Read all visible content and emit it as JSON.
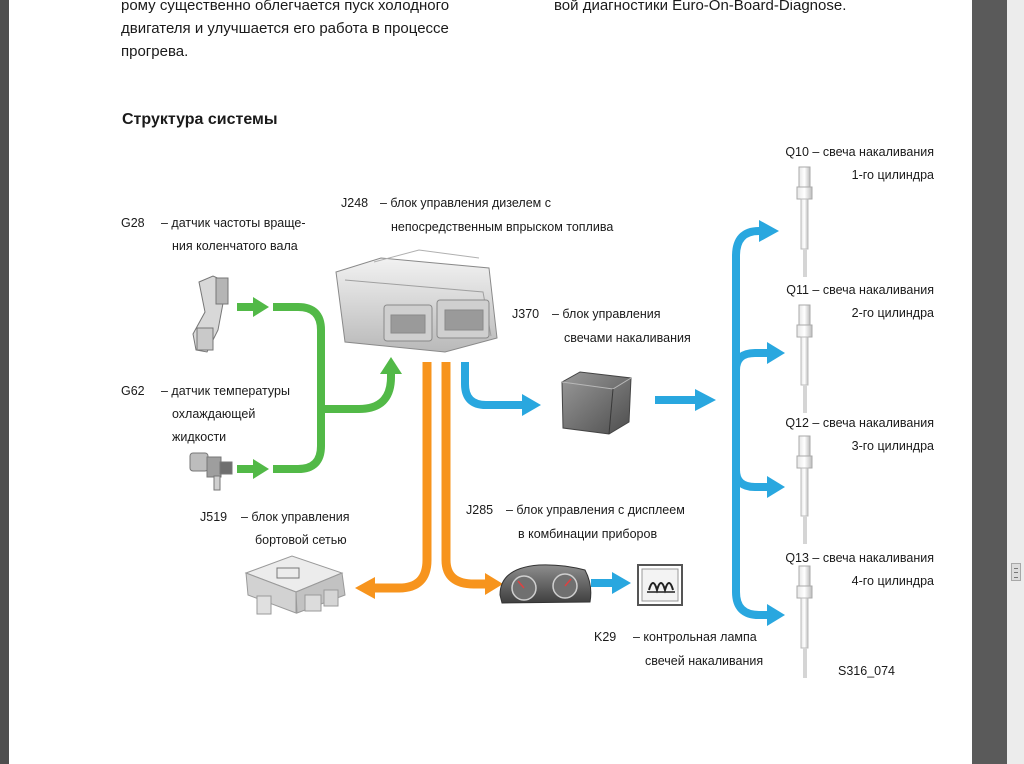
{
  "intro": {
    "left_line1": "рому существенно облегчается пуск холодного",
    "left_line2": "двигателя и улучшается его работа в процессе",
    "left_line3": "прогрева.",
    "right_line1": "вой диагностики Euro-On-Board-Diagnose."
  },
  "section_title": "Структура системы",
  "components": {
    "g28": {
      "code": "G28",
      "line1": "– датчик частоты враще-",
      "line2": "ния коленчатого вала"
    },
    "g62": {
      "code": "G62",
      "line1": "– датчик температуры",
      "line2": "охлаждающей",
      "line3": "жидкости"
    },
    "j248": {
      "code": "J248",
      "line1": "– блок управления дизелем с",
      "line2": "непосредственным впрыском топлива"
    },
    "j370": {
      "code": "J370",
      "line1": "– блок управления",
      "line2": "свечами накаливания"
    },
    "j519": {
      "code": "J519",
      "line1": "– блок управления",
      "line2": "бортовой сетью"
    },
    "j285": {
      "code": "J285",
      "line1": "– блок управления с дисплеем",
      "line2": "в комбинации приборов"
    },
    "k29": {
      "code": "K29",
      "line1": "– контрольная лампа",
      "line2": "свечей накаливания"
    },
    "q10": {
      "line1": "Q10 – свеча накаливания",
      "line2": "1-го цилиндра"
    },
    "q11": {
      "line1": "Q11 – свеча накаливания",
      "line2": "2-го цилиндра"
    },
    "q12": {
      "line1": "Q12 – свеча накаливания",
      "line2": "3-го цилиндра"
    },
    "q13": {
      "line1": "Q13 – свеча накаливания",
      "line2": "4-го цилиндра"
    }
  },
  "figure_id": "S316_074",
  "colors": {
    "sensor_arrows": "#52b947",
    "can_arrows": "#f7941d",
    "glow_arrows": "#29a7df"
  }
}
